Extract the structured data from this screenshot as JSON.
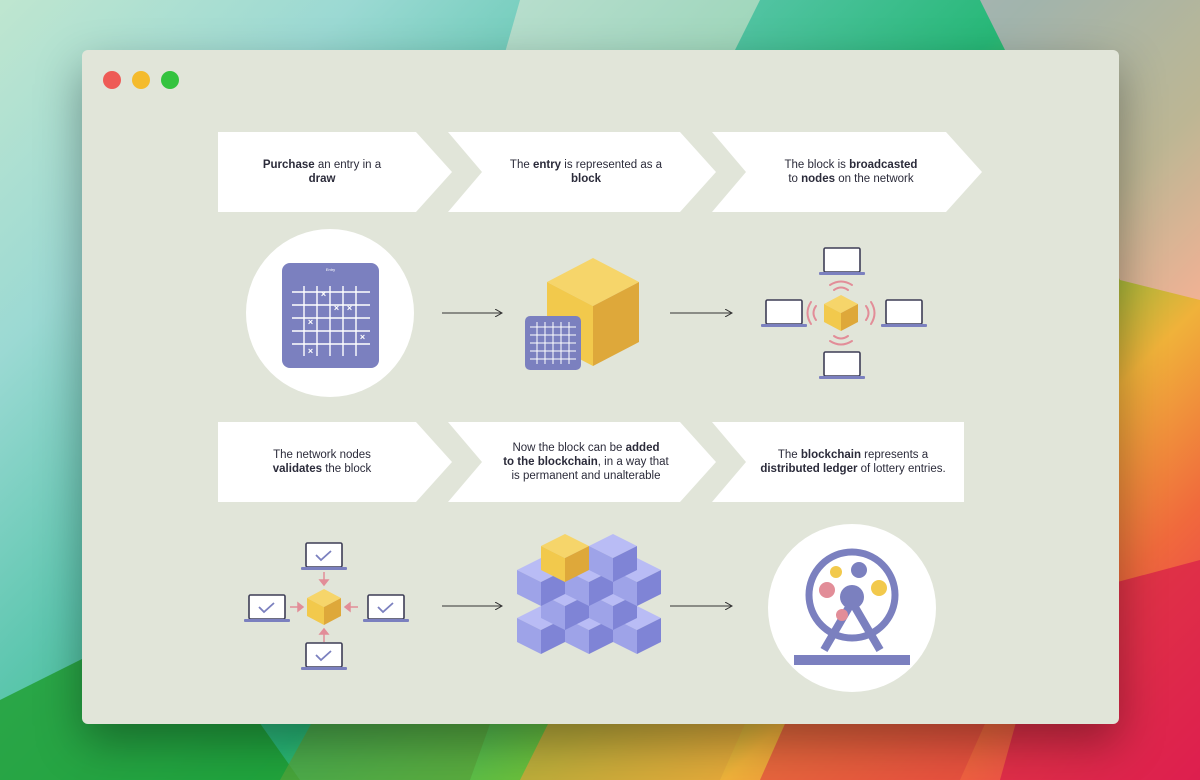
{
  "window": {
    "controls": [
      "close",
      "minimize",
      "zoom"
    ]
  },
  "colors": {
    "window_bg": "#e1e5d9",
    "chevron": "#ffffff",
    "slate": "#7b80bf",
    "gold": "#f2c94c",
    "pink": "#e28d98",
    "violet": "#9ea3e8",
    "text": "#2b2b3a"
  },
  "steps": [
    {
      "a": "Purchase",
      "b": " an entry in a",
      "c": "draw"
    },
    {
      "a": "The ",
      "b": "entry",
      "c": " is represented as a",
      "d": "block"
    },
    {
      "a": "The block is ",
      "b": "broadcasted",
      "c": "to ",
      "d": "nodes",
      "e": " on the network"
    },
    {
      "a": "The network nodes",
      "b": "validates",
      "c": " the block"
    },
    {
      "a": "Now the block can be ",
      "b": "added",
      "c": "to the blockchain",
      "d": ", in a way that",
      "e": "is permanent and unalterable"
    },
    {
      "a": "The ",
      "b": "blockchain",
      "c": " represents a",
      "d": "distributed ledger",
      "e": " of lottery entries."
    }
  ],
  "illustrations": {
    "ticket_title": "Entry"
  },
  "icons": [
    "lottery-ticket-icon",
    "block-cube-icon",
    "laptop-icon",
    "signal-wave-icon",
    "checkmark-icon",
    "blockchain-cubes-icon",
    "lottery-wheel-icon",
    "arrow-right-icon"
  ]
}
